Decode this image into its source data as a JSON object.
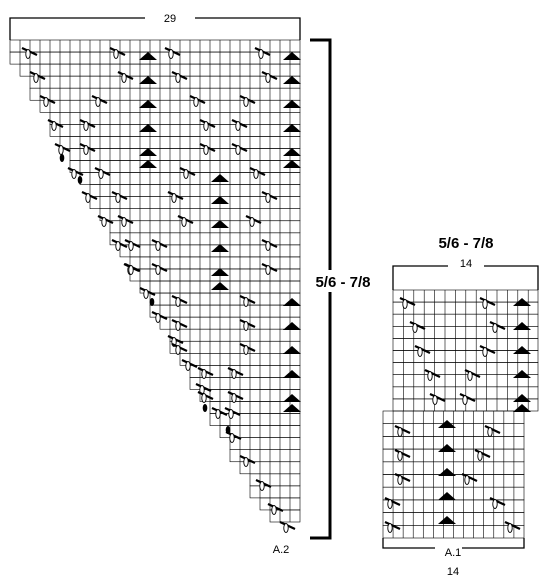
{
  "a2": {
    "name": "A.2",
    "stitch_count": "29",
    "size_label": "5/6 - 7/8",
    "columns": 29,
    "rows": 40
  },
  "a1": {
    "name": "A.1",
    "stitch_count_top": "14",
    "stitch_count_bottom": "14",
    "size_label": "5/6 - 7/8",
    "columns": 14
  },
  "legend_icons": [
    "slanted-decrease-symbol",
    "yarn-over-symbol",
    "triangle-decrease-symbol",
    "black-dot-symbol"
  ]
}
